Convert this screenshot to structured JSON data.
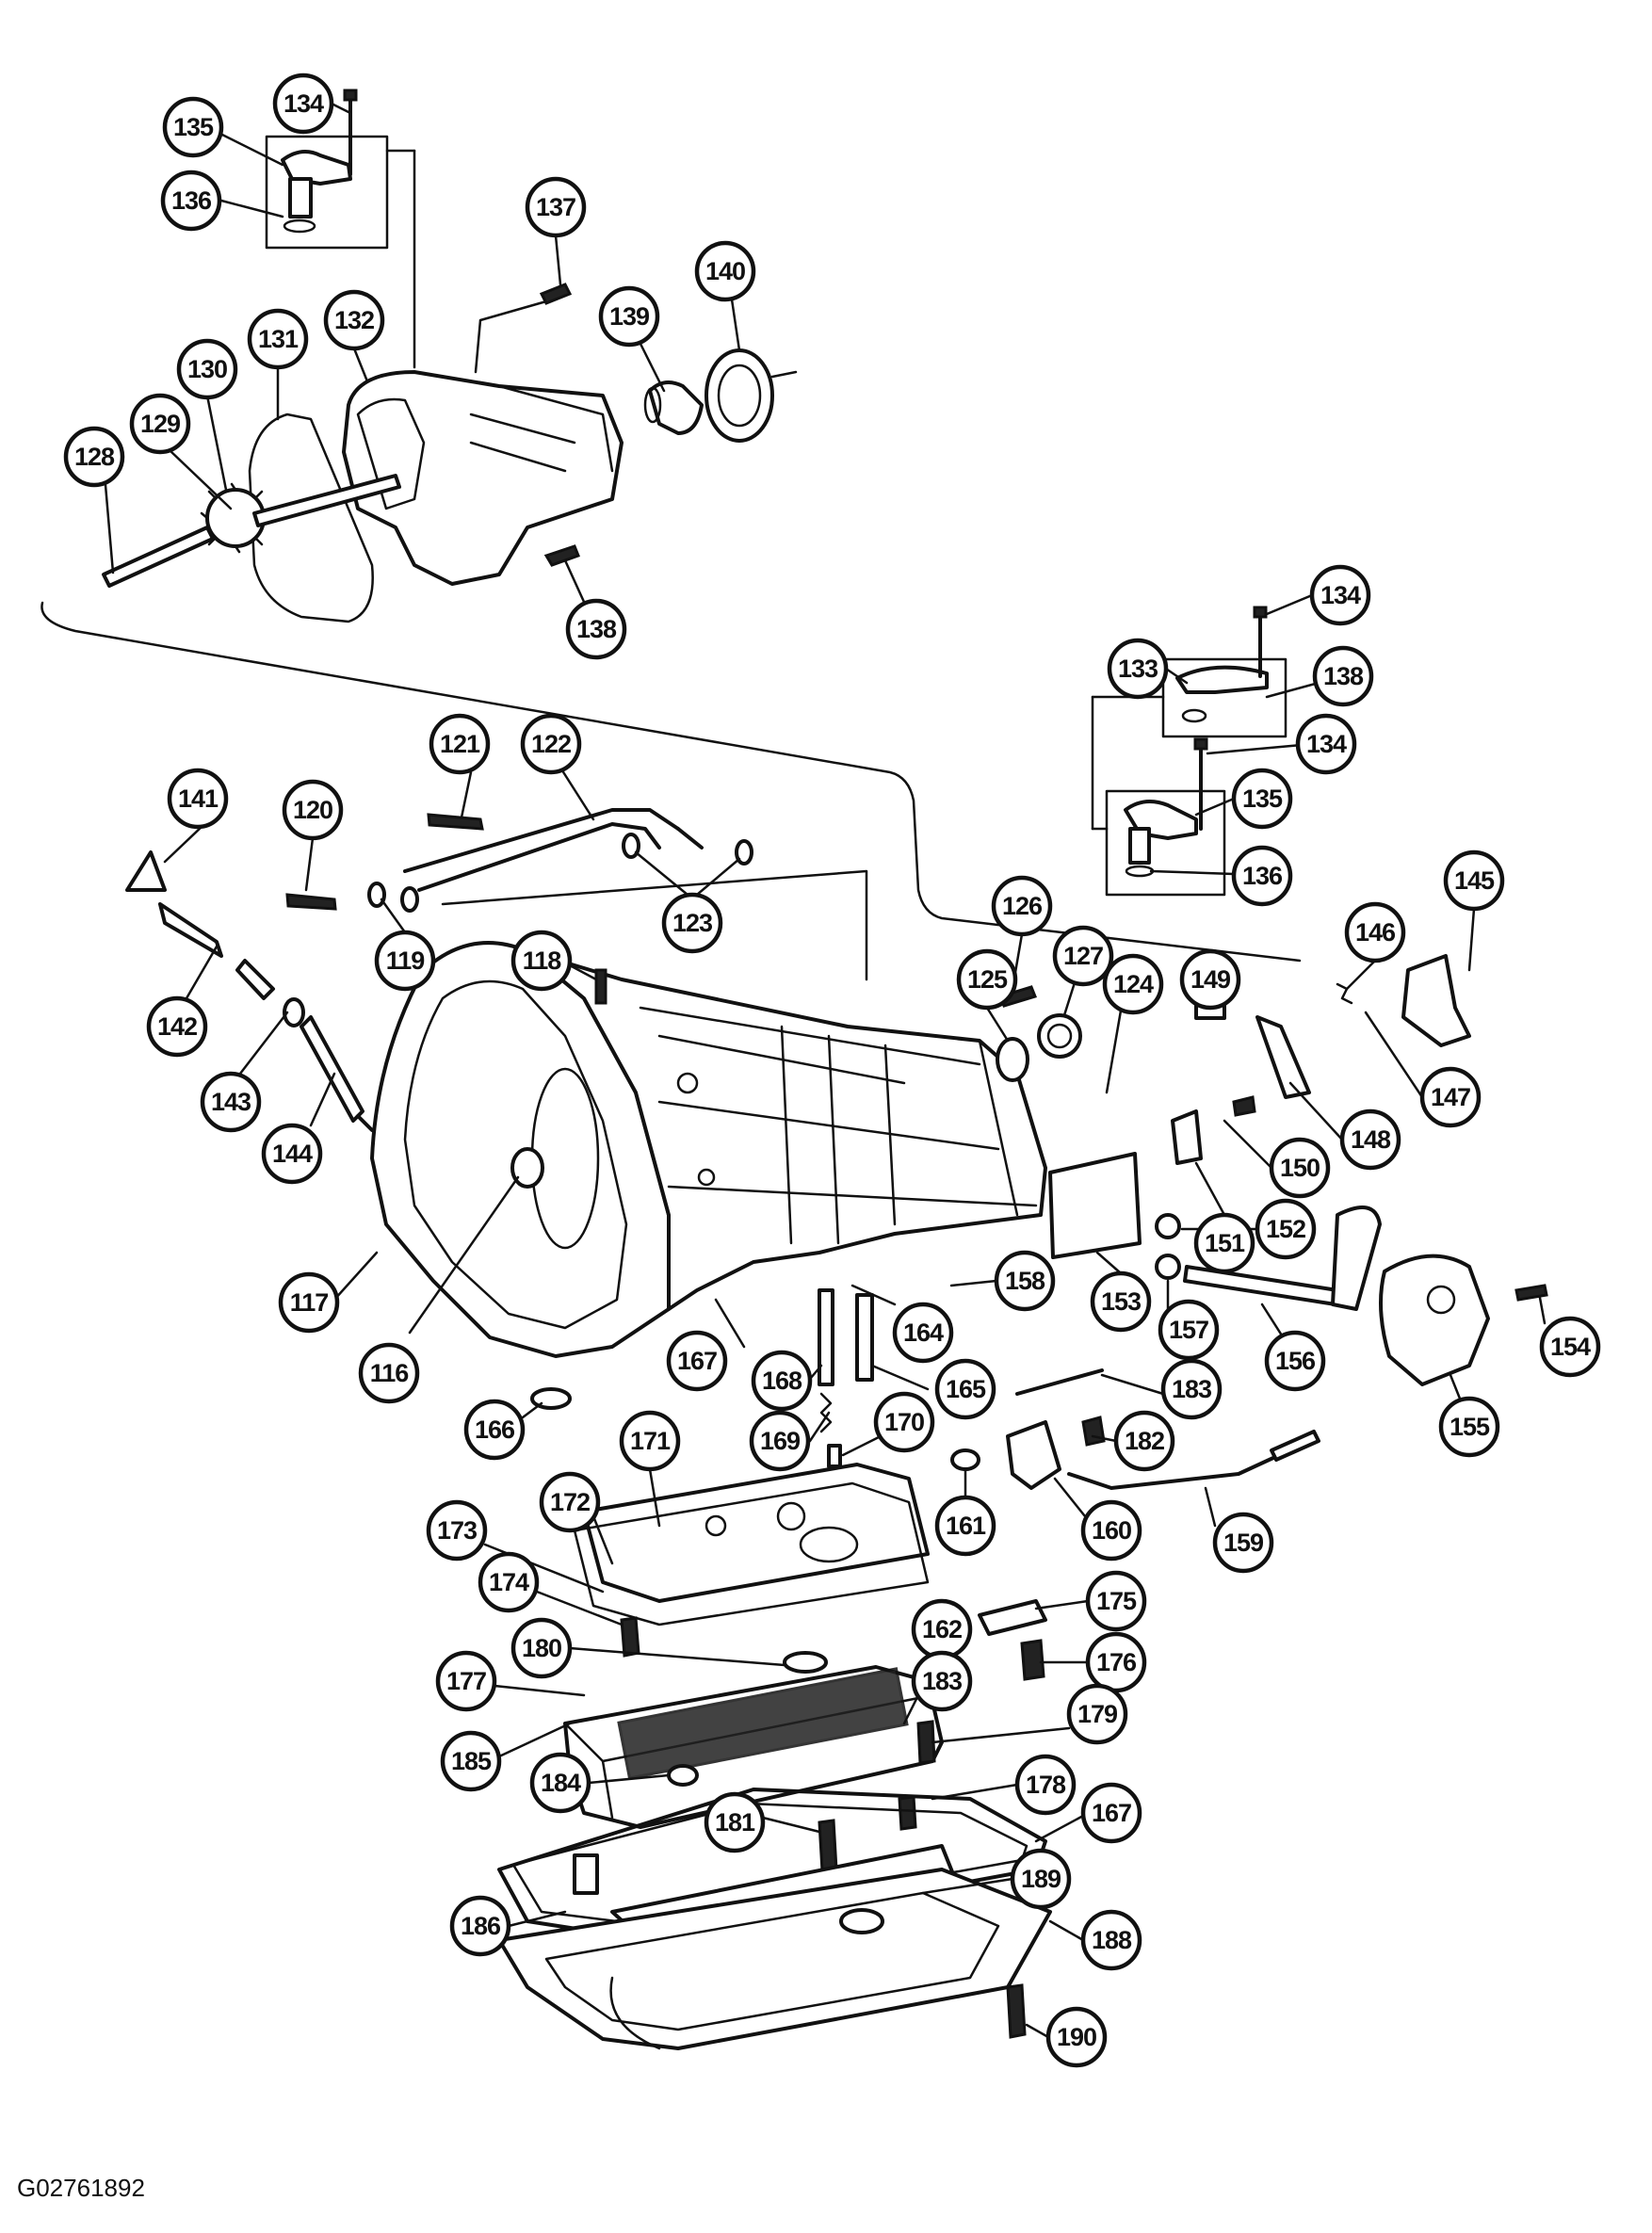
{
  "figure_id": "G02761892",
  "callouts": [
    {
      "label": "134"
    },
    {
      "label": "135"
    },
    {
      "label": "136"
    },
    {
      "label": "137"
    },
    {
      "label": "140"
    },
    {
      "label": "139"
    },
    {
      "label": "132"
    },
    {
      "label": "131"
    },
    {
      "label": "130"
    },
    {
      "label": "129"
    },
    {
      "label": "128"
    },
    {
      "label": "138"
    },
    {
      "label": "134"
    },
    {
      "label": "133"
    },
    {
      "label": "138"
    },
    {
      "label": "134"
    },
    {
      "label": "135"
    },
    {
      "label": "136"
    },
    {
      "label": "121"
    },
    {
      "label": "122"
    },
    {
      "label": "120"
    },
    {
      "label": "141"
    },
    {
      "label": "123"
    },
    {
      "label": "119"
    },
    {
      "label": "118"
    },
    {
      "label": "142"
    },
    {
      "label": "143"
    },
    {
      "label": "144"
    },
    {
      "label": "126"
    },
    {
      "label": "127"
    },
    {
      "label": "125"
    },
    {
      "label": "124"
    },
    {
      "label": "149"
    },
    {
      "label": "146"
    },
    {
      "label": "145"
    },
    {
      "label": "147"
    },
    {
      "label": "148"
    },
    {
      "label": "150"
    },
    {
      "label": "151"
    },
    {
      "label": "152"
    },
    {
      "label": "153"
    },
    {
      "label": "158"
    },
    {
      "label": "157"
    },
    {
      "label": "156"
    },
    {
      "label": "154"
    },
    {
      "label": "155"
    },
    {
      "label": "117"
    },
    {
      "label": "116"
    },
    {
      "label": "167"
    },
    {
      "label": "164"
    },
    {
      "label": "168"
    },
    {
      "label": "165"
    },
    {
      "label": "183"
    },
    {
      "label": "166"
    },
    {
      "label": "171"
    },
    {
      "label": "169"
    },
    {
      "label": "170"
    },
    {
      "label": "182"
    },
    {
      "label": "172"
    },
    {
      "label": "173"
    },
    {
      "label": "161"
    },
    {
      "label": "160"
    },
    {
      "label": "159"
    },
    {
      "label": "174"
    },
    {
      "label": "175"
    },
    {
      "label": "180"
    },
    {
      "label": "162"
    },
    {
      "label": "176"
    },
    {
      "label": "177"
    },
    {
      "label": "183"
    },
    {
      "label": "179"
    },
    {
      "label": "185"
    },
    {
      "label": "184"
    },
    {
      "label": "178"
    },
    {
      "label": "181"
    },
    {
      "label": "167"
    },
    {
      "label": "189"
    },
    {
      "label": "186"
    },
    {
      "label": "188"
    },
    {
      "label": "190"
    }
  ]
}
